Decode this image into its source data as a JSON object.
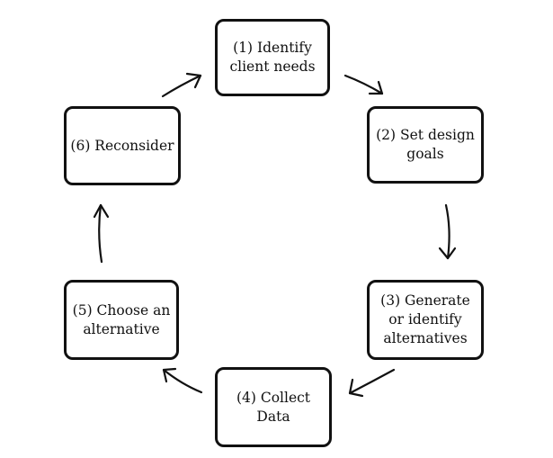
{
  "diagram": {
    "nodes": [
      {
        "id": "step-1",
        "label": "(1) Identify client needs"
      },
      {
        "id": "step-2",
        "label": "(2) Set design goals"
      },
      {
        "id": "step-3",
        "label": "(3) Generate or identify alternatives"
      },
      {
        "id": "step-4",
        "label": "(4) Collect Data"
      },
      {
        "id": "step-5",
        "label": "(5) Choose an alternative"
      },
      {
        "id": "step-6",
        "label": "(6) Reconsider"
      }
    ],
    "edges": [
      {
        "from": "step-1",
        "to": "step-2"
      },
      {
        "from": "step-2",
        "to": "step-3"
      },
      {
        "from": "step-3",
        "to": "step-4"
      },
      {
        "from": "step-4",
        "to": "step-5"
      },
      {
        "from": "step-5",
        "to": "step-6"
      },
      {
        "from": "step-6",
        "to": "step-1"
      }
    ],
    "line_color": "#111111",
    "box_fill": "#ffffff"
  }
}
